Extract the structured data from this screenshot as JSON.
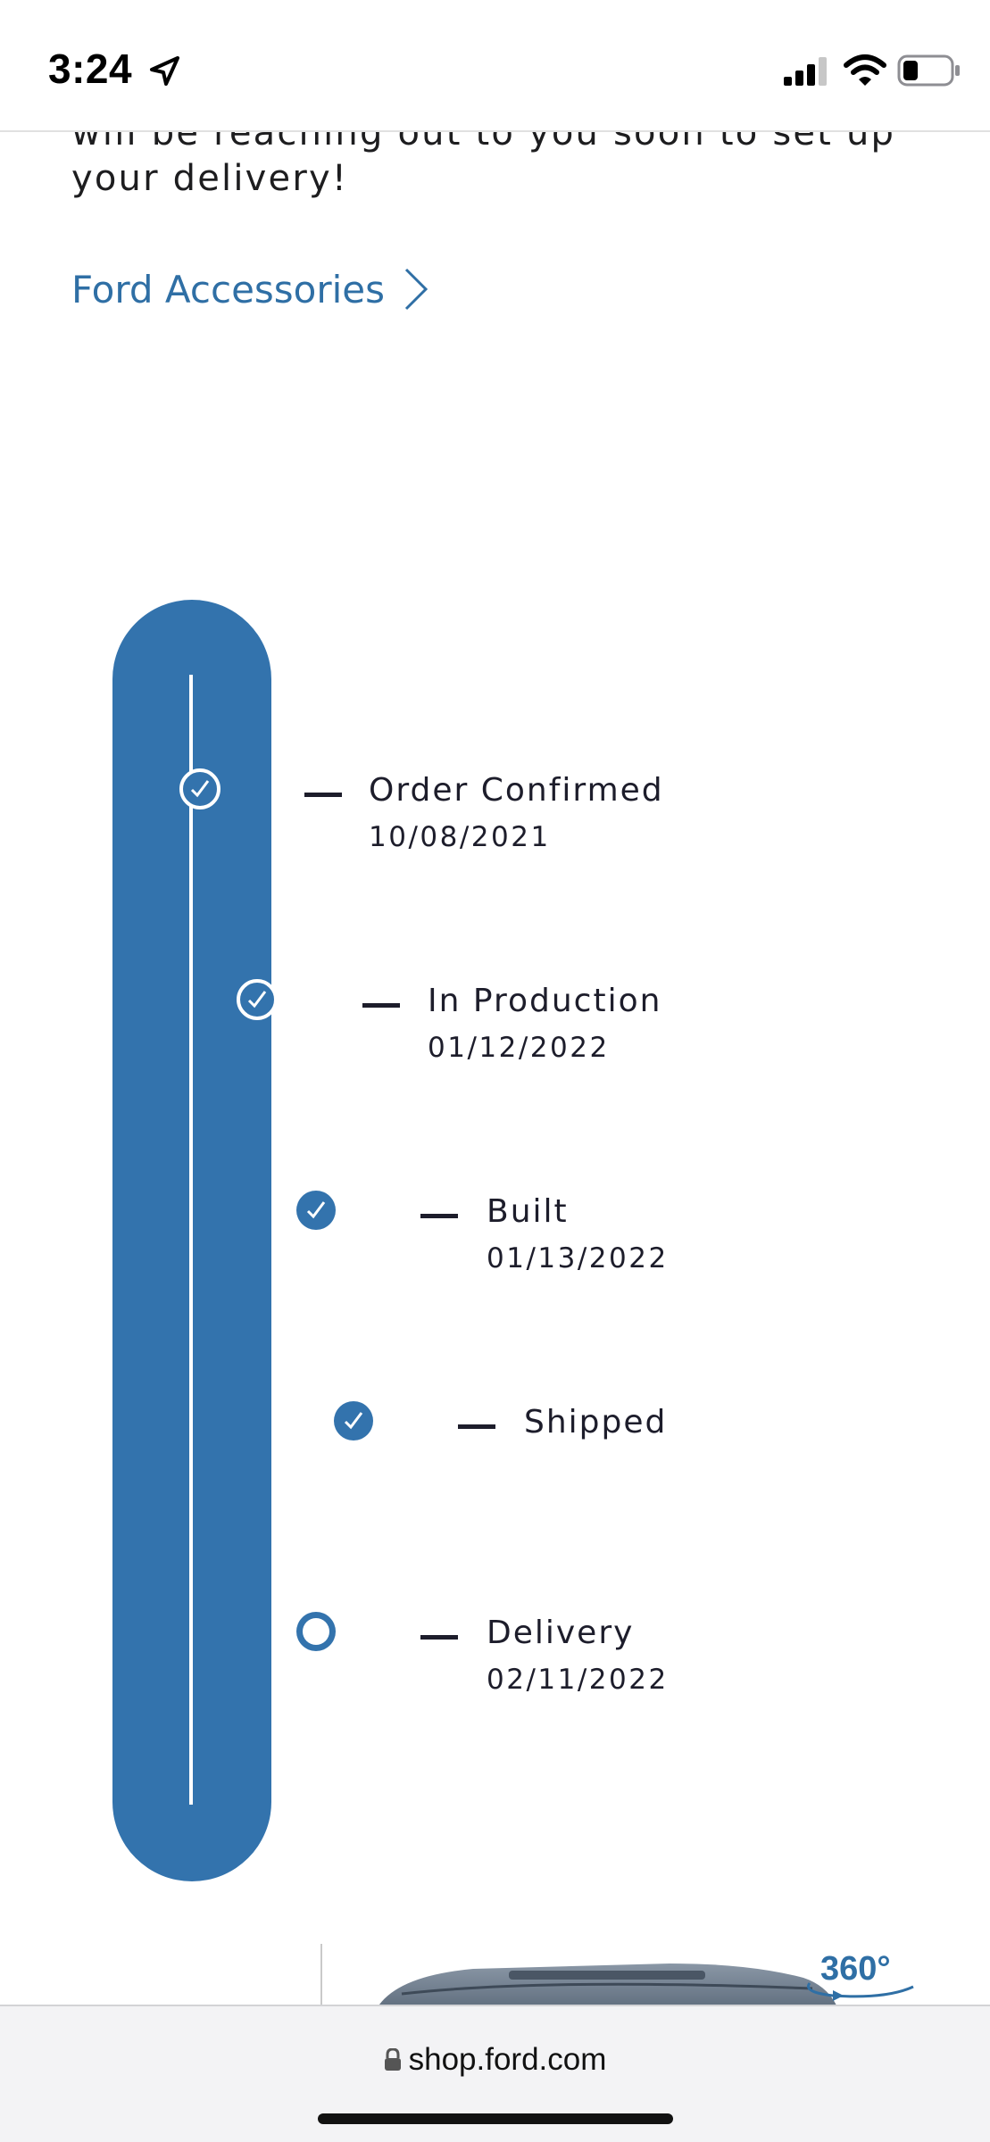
{
  "status_bar": {
    "time": "3:24",
    "icons": [
      "location-arrow-icon",
      "cellular-signal-icon",
      "wifi-icon",
      "battery-icon"
    ]
  },
  "intro": {
    "text": "will be reaching out to you soon to set up your delivery!"
  },
  "accessories_link": {
    "label": "Ford Accessories",
    "icon": "chevron-right-icon",
    "color": "#2f6fa5"
  },
  "timeline": {
    "accent_color": "#3373ad",
    "steps": [
      {
        "title": "Order Confirmed",
        "date": "10/08/2021",
        "status": "complete"
      },
      {
        "title": "In Production",
        "date": "01/12/2022",
        "status": "complete"
      },
      {
        "title": "Built",
        "date": "01/13/2022",
        "status": "complete"
      },
      {
        "title": "Shipped",
        "date": "",
        "status": "complete"
      },
      {
        "title": "Delivery",
        "date": "02/11/2022",
        "status": "pending"
      }
    ]
  },
  "vehicle_preview": {
    "badge": "360°"
  },
  "browser": {
    "url": "shop.ford.com",
    "icon": "lock-icon"
  }
}
